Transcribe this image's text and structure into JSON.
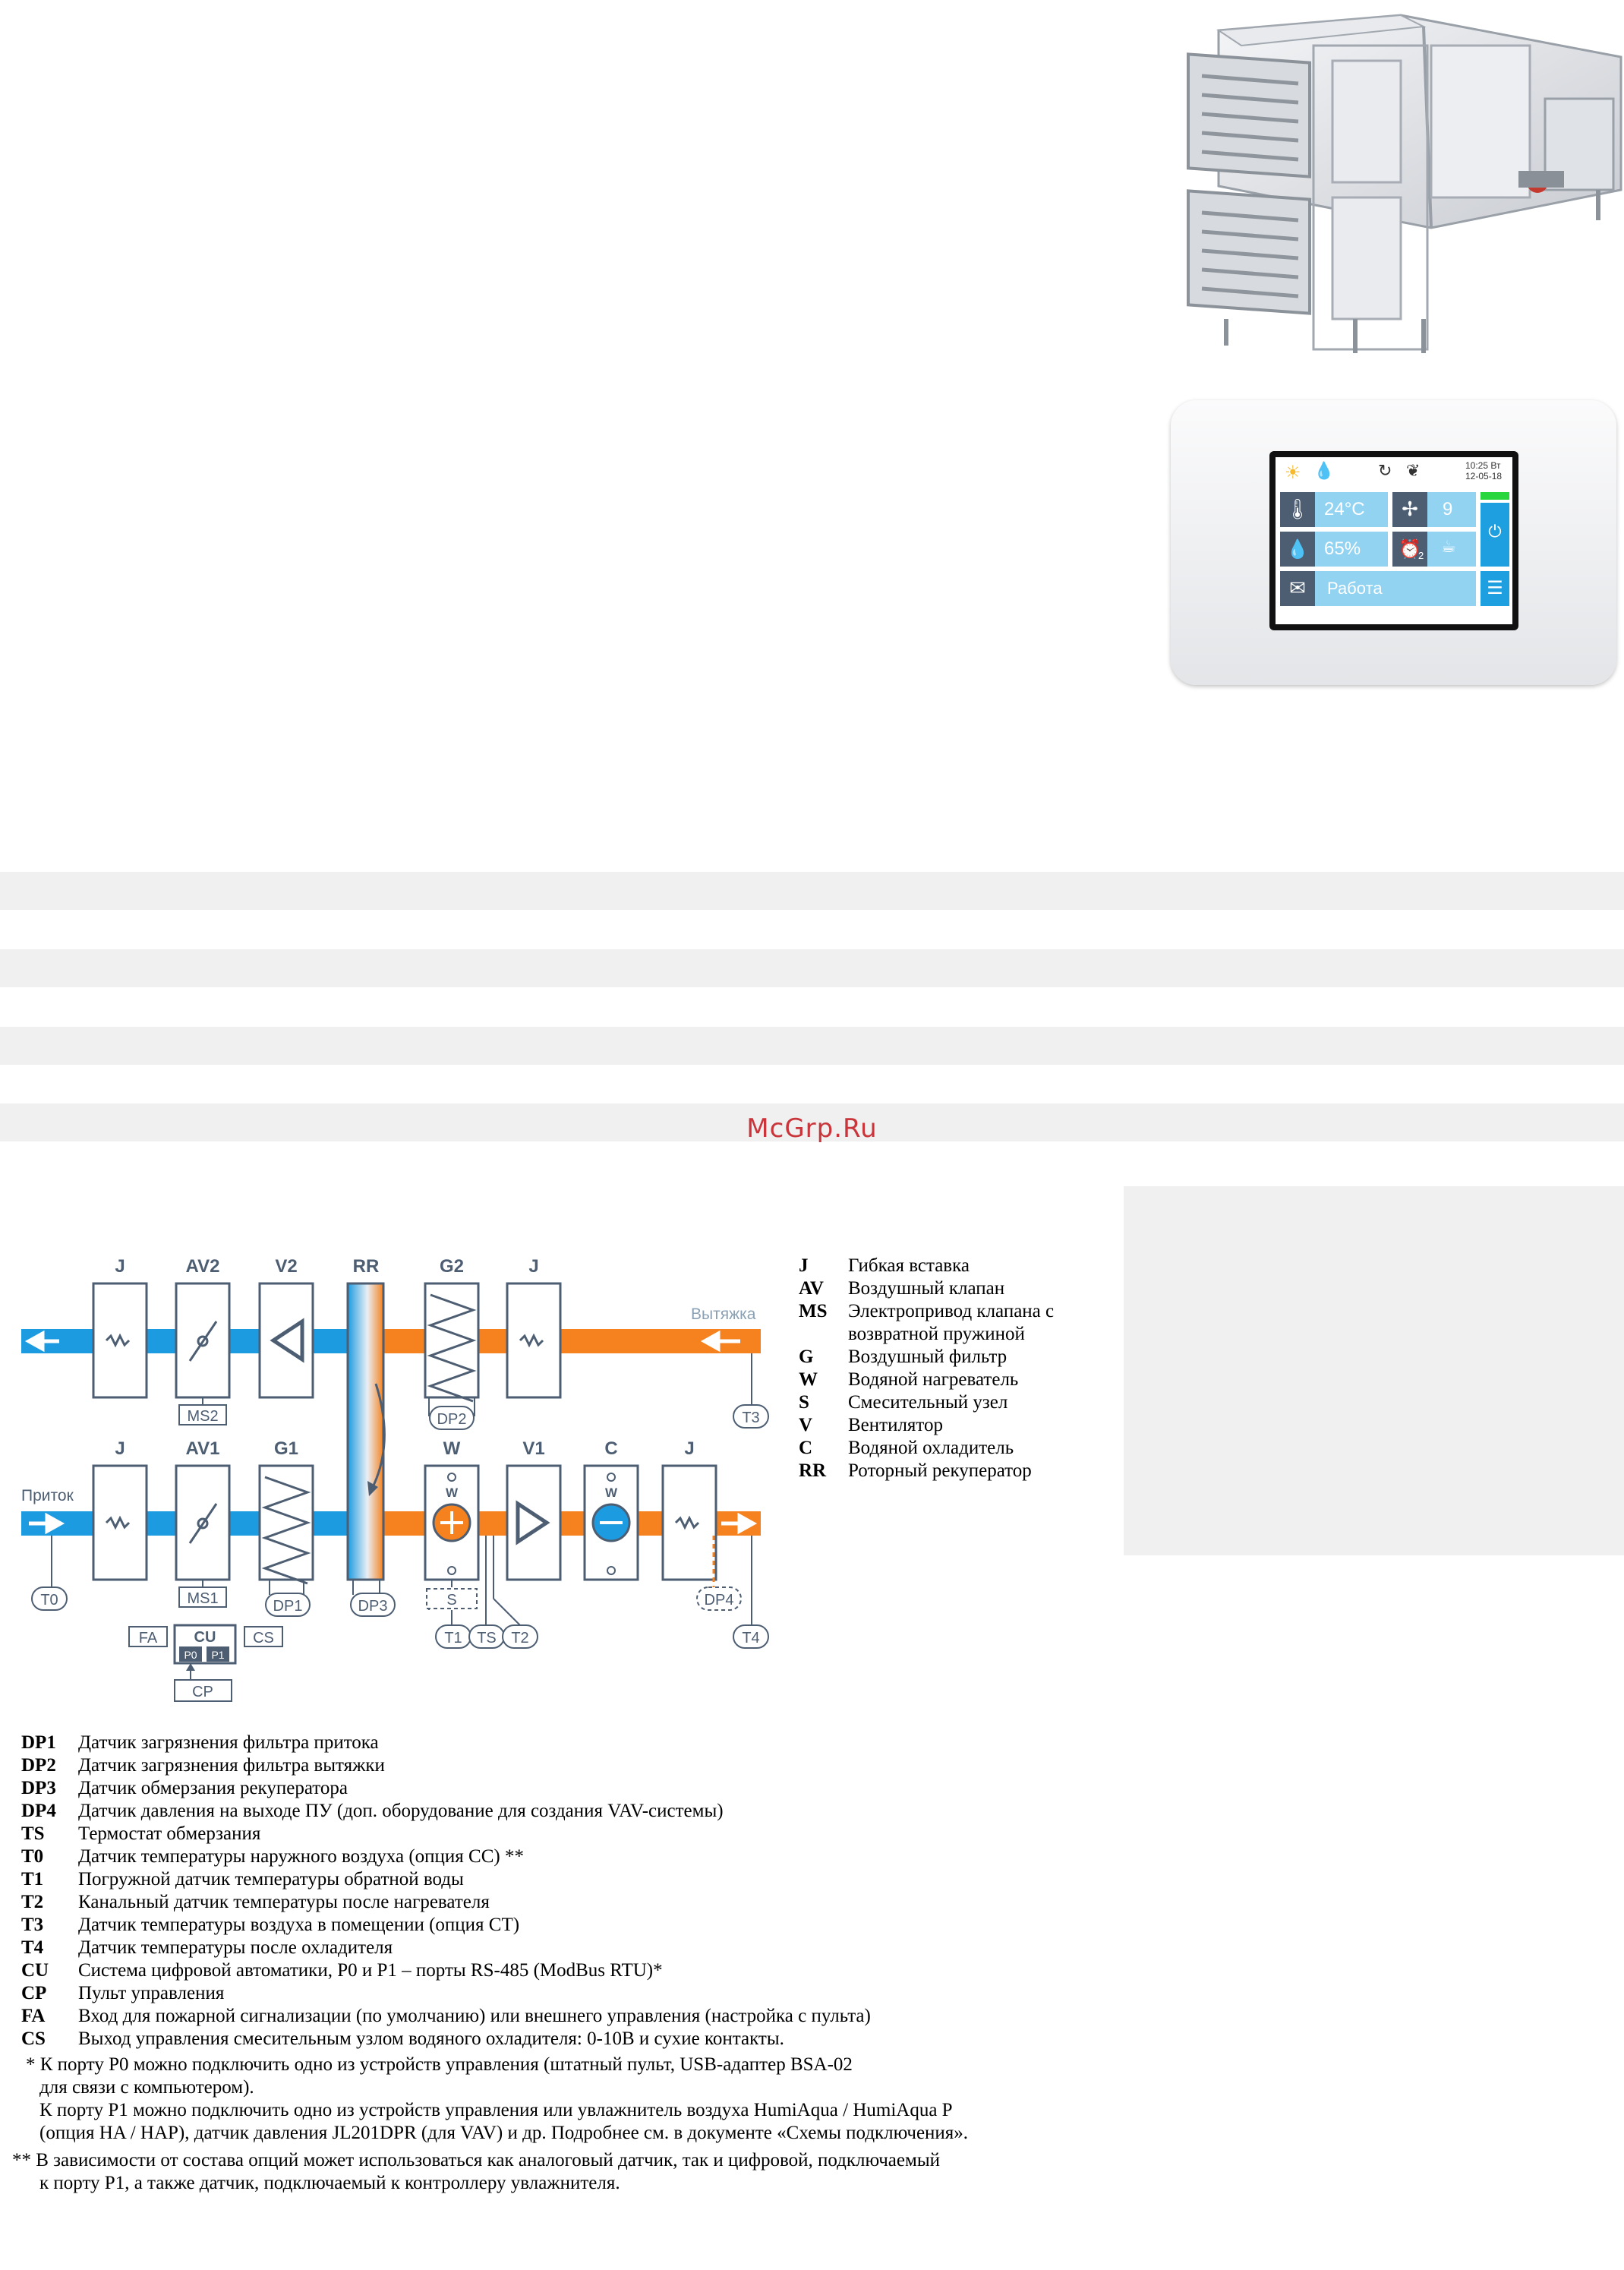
{
  "watermark": "McGrp.Ru",
  "controller": {
    "time": "10:25 Вт",
    "date": "12-05-18",
    "temperature": "24°C",
    "fan_speed": "9",
    "humidity": "65%",
    "timer_index": "2",
    "status": "Работа"
  },
  "diagram": {
    "top_labels": [
      "J",
      "AV2",
      "V2",
      "RR",
      "G2",
      "J"
    ],
    "bottom_labels": [
      "J",
      "AV1",
      "G1",
      "W",
      "V1",
      "C",
      "J"
    ],
    "wheel_label": "RR",
    "exhaust_label": "Вытяжка",
    "supply_label": "Приток",
    "ms2": "MS2",
    "ms1": "MS1",
    "dp1": "DP1",
    "dp2": "DP2",
    "dp3": "DP3",
    "dp4": "DP4",
    "t0": "T0",
    "t1": "T1",
    "t2": "T2",
    "t3": "T3",
    "t4": "T4",
    "ts": "TS",
    "s": "S",
    "w_mark": "W",
    "fa": "FA",
    "cu": "CU",
    "cs": "CS",
    "p0": "P0",
    "p1": "P1",
    "cp": "CP"
  },
  "legend_right": [
    {
      "k": "J",
      "v": "Гибкая вставка"
    },
    {
      "k": "AV",
      "v": "Воздушный клапан"
    },
    {
      "k": "MS",
      "v": "Электропривод клапана с"
    },
    {
      "k": "",
      "v": "возвратной пружиной"
    },
    {
      "k": "G",
      "v": "Воздушный фильтр"
    },
    {
      "k": "W",
      "v": "Водяной нагреватель"
    },
    {
      "k": "S",
      "v": "Смесительный узел"
    },
    {
      "k": "V",
      "v": "Вентилятор"
    },
    {
      "k": "C",
      "v": "Водяной охладитель"
    },
    {
      "k": "RR",
      "v": "Роторный рекуператор"
    }
  ],
  "legend_bottom": [
    {
      "k": "DP1",
      "v": "Датчик загрязнения фильтра притока"
    },
    {
      "k": "DP2",
      "v": "Датчик загрязнения фильтра вытяжки"
    },
    {
      "k": "DP3",
      "v": "Датчик обмерзания рекуператора"
    },
    {
      "k": "DP4",
      "v": "Датчик давления на выходе ПУ (доп. оборудование для создания VAV-системы)"
    },
    {
      "k": "TS",
      "v": "Термостат обмерзания"
    },
    {
      "k": "T0",
      "v": "Датчик температуры наружного воздуха (опция CC) **"
    },
    {
      "k": "T1",
      "v": "Погружной датчик температуры обратной воды"
    },
    {
      "k": "T2",
      "v": "Канальный датчик температуры после нагревателя"
    },
    {
      "k": "T3",
      "v": "Датчик температуры воздуха в помещении (опция CT)"
    },
    {
      "k": "T4",
      "v": "Датчик температуры после охладителя"
    },
    {
      "k": "CU",
      "v": "Система цифровой автоматики, P0 и P1 – порты RS-485 (ModBus RTU)*"
    },
    {
      "k": "CP",
      "v": "Пульт управления"
    },
    {
      "k": "FA",
      "v": "Вход для пожарной сигнализации (по умолчанию) или внешнего управления (настройка с пульта)"
    },
    {
      "k": "CS",
      "v": "Выход управления смесительным узлом водяного охладителя: 0-10В и сухие контакты."
    }
  ],
  "notes": [
    "* К порту P0 можно подключить одно из устройств управления (штатный пульт, USB-адаптер BSA-02",
    "для связи с компьютером).",
    "К порту P1 можно подключить одно из устройств управления или увлажнитель воздуха HumiAqua / HumiAqua P",
    "(опция HA / HAP), датчик давления JL201DPR (для VAV) и др. Подробнее см. в документе «Схемы подключения».",
    "** В зависимости от состава опций может использоваться как аналоговый датчик, так и цифровой, подключаемый",
    "к порту P1, а также датчик, подключаемый к контроллеру увлажнителя."
  ]
}
